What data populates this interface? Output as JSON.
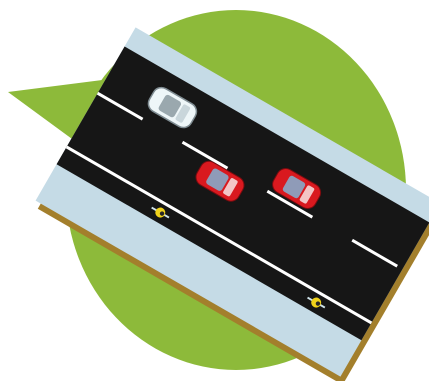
{
  "illustration": {
    "subject": "road-lane-callout",
    "colors": {
      "bubble": "#8dba3a",
      "shoulder": "#c5dbe6",
      "asphalt": "#161616",
      "lane_marking": "#ffffff",
      "edge_shadow": "#a37f2c",
      "car_red": "#d9191f",
      "car_white": "#eef6f8",
      "cyclist_jersey": "#f0d21b"
    },
    "vehicles": [
      {
        "kind": "car",
        "color": "white"
      },
      {
        "kind": "car",
        "color": "red"
      },
      {
        "kind": "car",
        "color": "red"
      }
    ],
    "cyclists": 2
  }
}
